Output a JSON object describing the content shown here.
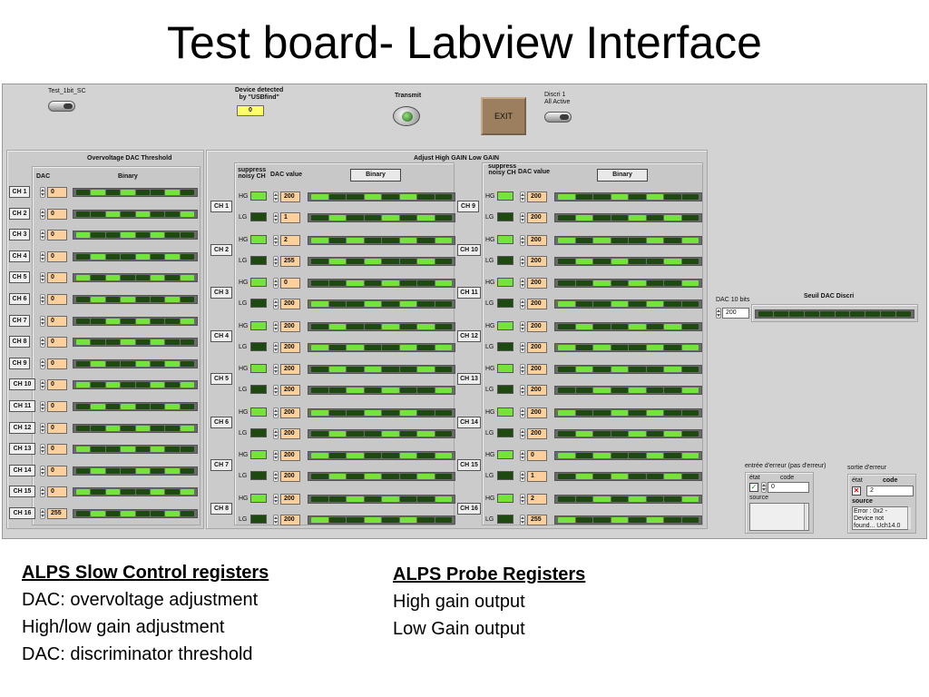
{
  "slide_title": "Test board- Labview Interface",
  "top": {
    "test_label": "Test_1bit_SC",
    "device_label": "Device detected\nby \"USBfind\"",
    "device_value": "0",
    "transmit_label": "Transmit",
    "exit_label": "EXIT",
    "discri_label": "Discri 1\nAll Active"
  },
  "overvoltage": {
    "title": "Overvoltage  DAC Threshold",
    "dac_header": "DAC",
    "binary_header": "Binary",
    "channels": [
      {
        "label": "CH 1",
        "value": "0"
      },
      {
        "label": "CH 2",
        "value": "0"
      },
      {
        "label": "CH 3",
        "value": "0"
      },
      {
        "label": "CH 4",
        "value": "0"
      },
      {
        "label": "CH 5",
        "value": "0"
      },
      {
        "label": "CH 6",
        "value": "0"
      },
      {
        "label": "CH 7",
        "value": "0"
      },
      {
        "label": "CH 8",
        "value": "0"
      },
      {
        "label": "CH 9",
        "value": "0"
      },
      {
        "label": "CH 10",
        "value": "0"
      },
      {
        "label": "CH 11",
        "value": "0"
      },
      {
        "label": "CH 12",
        "value": "0"
      },
      {
        "label": "CH 13",
        "value": "0"
      },
      {
        "label": "CH 14",
        "value": "0"
      },
      {
        "label": "CH 15",
        "value": "0"
      },
      {
        "label": "CH 16",
        "value": "255"
      }
    ]
  },
  "gain": {
    "title": "Adjust High GAIN Low GAIN",
    "suppress_header": "suppress\nnoisy CH",
    "dac_value_header": "DAC value",
    "binary_header": "Binary",
    "hg_label": "HG",
    "lg_label": "LG",
    "left_channels": [
      {
        "label": "CH 1",
        "hg": "200",
        "lg": "1"
      },
      {
        "label": "CH 2",
        "hg": "2",
        "lg": "255"
      },
      {
        "label": "CH 3",
        "hg": "0",
        "lg": "200"
      },
      {
        "label": "CH 4",
        "hg": "200",
        "lg": "200"
      },
      {
        "label": "CH 5",
        "hg": "200",
        "lg": "200"
      },
      {
        "label": "CH 6",
        "hg": "200",
        "lg": "200"
      },
      {
        "label": "CH 7",
        "hg": "200",
        "lg": "200"
      },
      {
        "label": "CH 8",
        "hg": "200",
        "lg": "200"
      }
    ],
    "right_channels": [
      {
        "label": "CH 9",
        "hg": "200",
        "lg": "200"
      },
      {
        "label": "CH 10",
        "hg": "200",
        "lg": "200"
      },
      {
        "label": "CH 11",
        "hg": "200",
        "lg": "200"
      },
      {
        "label": "CH 12",
        "hg": "200",
        "lg": "200"
      },
      {
        "label": "CH 13",
        "hg": "200",
        "lg": "200"
      },
      {
        "label": "CH 14",
        "hg": "200",
        "lg": "200"
      },
      {
        "label": "CH 15",
        "hg": "0",
        "lg": "1"
      },
      {
        "label": "CH 16",
        "hg": "2",
        "lg": "255"
      }
    ]
  },
  "seuil": {
    "title": "Seuil DAC Discri",
    "dac_label": "DAC 10 bits",
    "value": "200"
  },
  "error_in": {
    "title": "entrée d'erreur (pas d'erreur)",
    "etat": "état",
    "code_label": "code",
    "code_value": "0",
    "source_label": "source"
  },
  "error_out": {
    "title": "sortie d'erreur",
    "etat": "état",
    "code_label": "code",
    "code_value": "2",
    "source_label": "source",
    "source_text": "Error : 0x2 -\nDevice not\nfound... Uch14.0"
  },
  "captions": {
    "left_title": "ALPS Slow Control registers",
    "left_lines": [
      "DAC: overvoltage adjustment",
      "High/low gain adjustment",
      "DAC: discriminator threshold"
    ],
    "right_title": "ALPS Probe Registers",
    "right_lines": [
      "High gain output",
      "Low Gain output"
    ]
  },
  "colors": {
    "led_on": "#74e43c",
    "led_off": "#1e4a12",
    "numeric_bg": "#fbd09c",
    "panel_bg": "#d3d3d3",
    "exit_bg": "#9c7f5e"
  }
}
